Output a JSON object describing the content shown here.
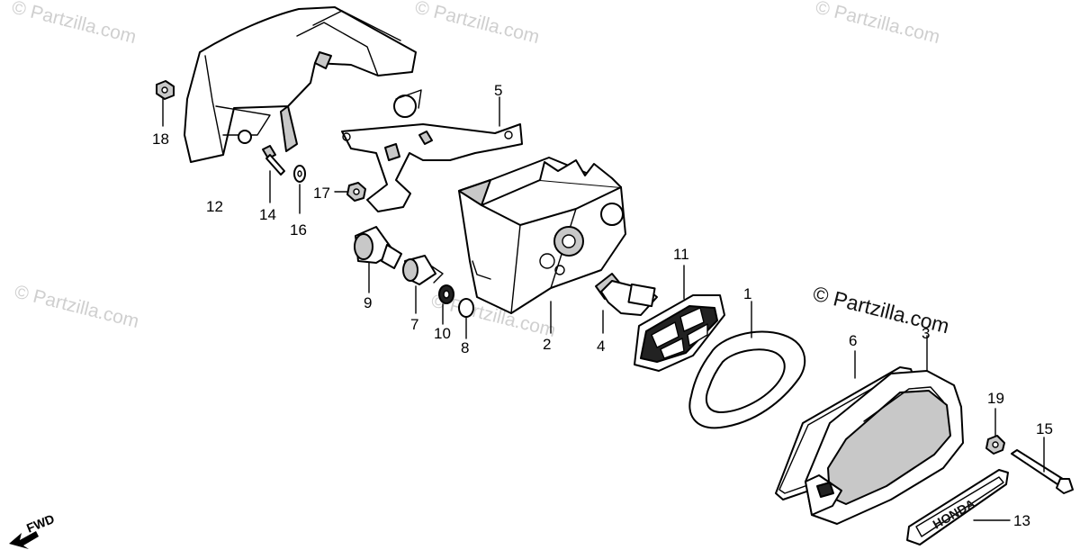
{
  "diagram": {
    "watermark_text": "© Partzilla.com",
    "fwd_label": "FWD",
    "parts": [
      {
        "id": "p1",
        "label": "1"
      },
      {
        "id": "p2",
        "label": "2"
      },
      {
        "id": "p3",
        "label": "3"
      },
      {
        "id": "p4",
        "label": "4"
      },
      {
        "id": "p5",
        "label": "5"
      },
      {
        "id": "p6",
        "label": "6"
      },
      {
        "id": "p7",
        "label": "7"
      },
      {
        "id": "p8",
        "label": "8"
      },
      {
        "id": "p9",
        "label": "9"
      },
      {
        "id": "p10",
        "label": "10"
      },
      {
        "id": "p11",
        "label": "11"
      },
      {
        "id": "p12",
        "label": "12"
      },
      {
        "id": "p13",
        "label": "13"
      },
      {
        "id": "p14",
        "label": "14"
      },
      {
        "id": "p15",
        "label": "15"
      },
      {
        "id": "p16",
        "label": "16"
      },
      {
        "id": "p17",
        "label": "17"
      },
      {
        "id": "p18",
        "label": "18"
      },
      {
        "id": "p19",
        "label": "19"
      }
    ],
    "emblem_text": "HONDA"
  }
}
